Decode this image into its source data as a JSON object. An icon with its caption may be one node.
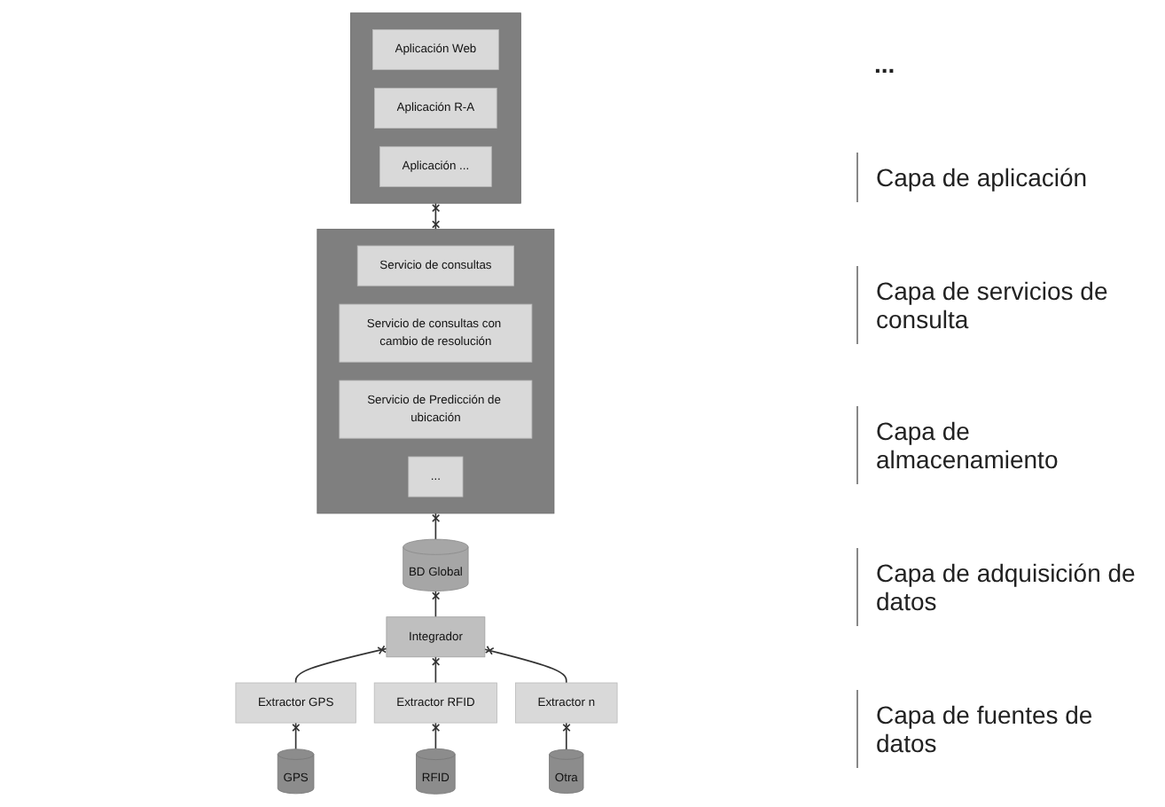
{
  "diagram": {
    "nodes": [
      {
        "text": [],
        "shape": "box"
      },
      {
        "text": [
          "Aplicación Web"
        ],
        "in": 0
      },
      {
        "text": [
          "Aplicación R-A"
        ],
        "in": 0
      },
      {
        "text": [
          "Aplicación ..."
        ],
        "in": 0
      },
      {
        "text": [],
        "shape": "box"
      },
      {
        "text": [
          "Servicio de consultas"
        ],
        "in": 4
      },
      {
        "text": [
          "Servicio de consultas con cambio de resolución"
        ],
        "in": 4
      },
      {
        "text": [
          "Servicio de Predicción de ubicación"
        ],
        "in": 4
      },
      {
        "text": [
          "..."
        ],
        "in": 4
      },
      {
        "text": [
          "BD Global"
        ]
      },
      {
        "text": [
          "Integrador"
        ]
      },
      {
        "text": [
          "Extractor GPS"
        ]
      },
      {
        "text": [
          "Extractor RFID"
        ]
      },
      {
        "text": [
          "Extractor n"
        ]
      },
      {
        "text": [
          "GPS"
        ]
      },
      {
        "text": [
          "RFID"
        ]
      },
      {
        "text": [
          "Otra"
        ]
      }
    ],
    "edges": [
      {
        "from": 4,
        "to": 0,
        "arrow": "other"
      },
      {
        "from": 9,
        "to": 4,
        "arrow": "other"
      },
      {
        "from": 10,
        "to": 9,
        "arrow": "other"
      },
      {
        "from": 11,
        "to": 10,
        "arrow": "other"
      },
      {
        "from": 12,
        "to": 10,
        "arrow": "other"
      },
      {
        "from": 13,
        "to": 10,
        "arrow": "other"
      },
      {
        "from": 14,
        "to": 11,
        "arrow": "other"
      },
      {
        "from": 15,
        "to": 12,
        "arrow": "other"
      },
      {
        "from": 16,
        "to": 13,
        "arrow": "other"
      }
    ],
    "labels": [
      "...",
      "Capa de aplicación",
      "Capa de servicios de consulta",
      "Capa de almacenamiento",
      "Capa de adquisición de datos",
      "Capa de fuentes de datos"
    ]
  }
}
